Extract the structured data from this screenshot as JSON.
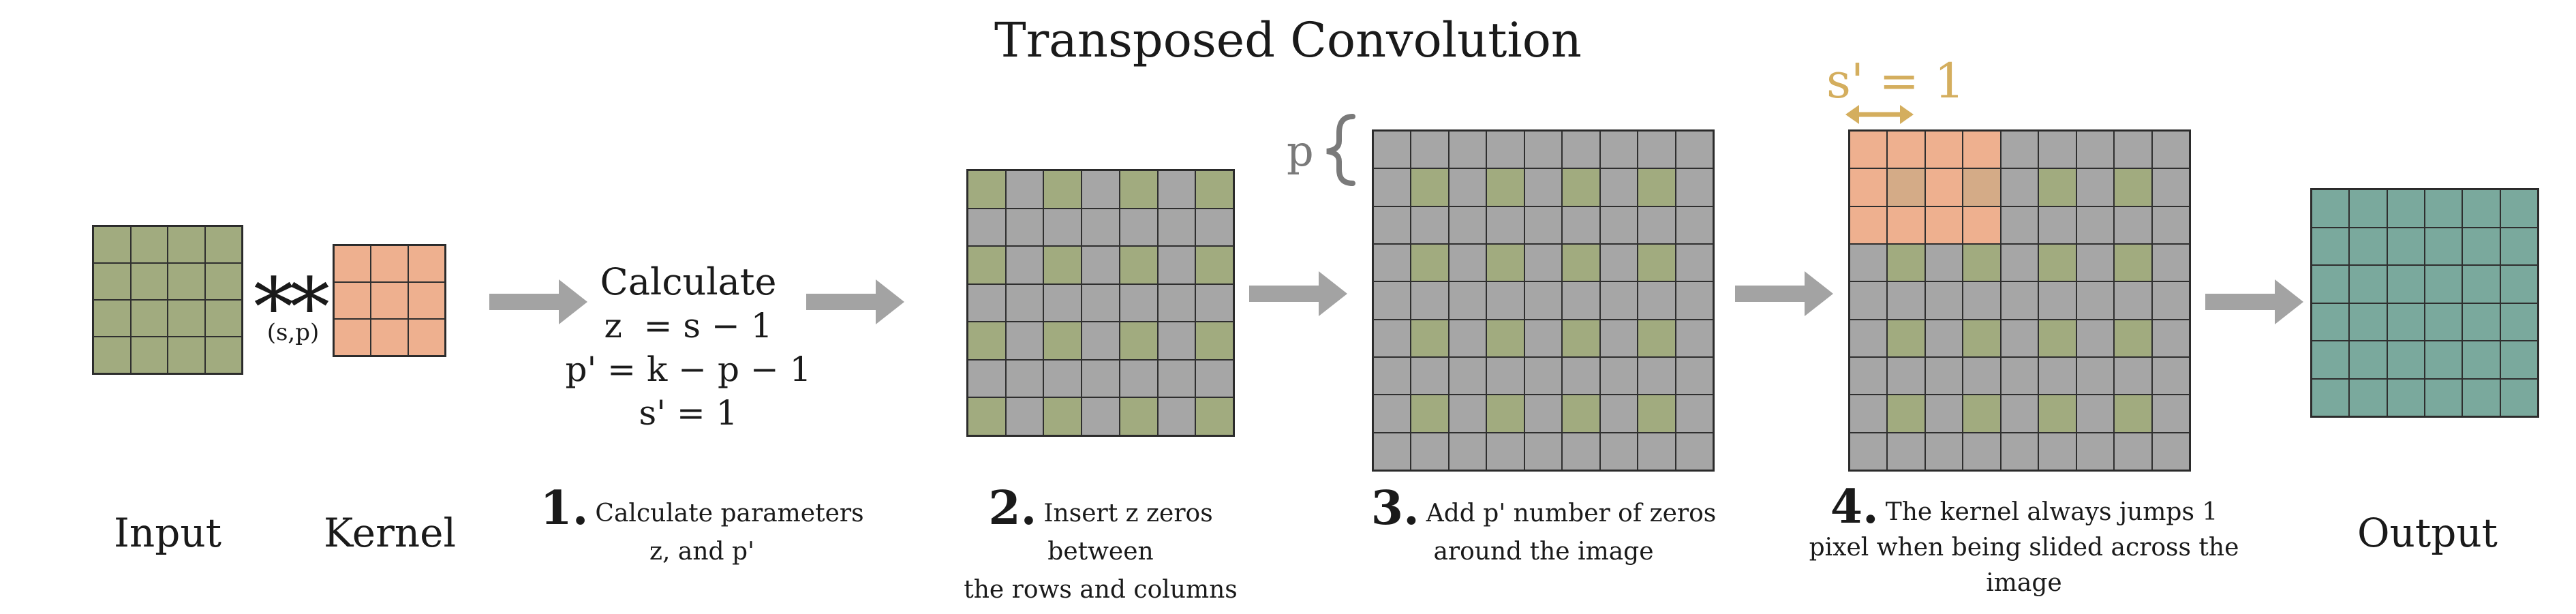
{
  "title": "Transposed Convolution",
  "colors": {
    "input": "#a1ab7f",
    "kernel": "#eeb08f",
    "zero": "#a6a6a6",
    "output": "#7aa99d",
    "stride_accent": "#d4ae5e",
    "arrow": "#a3a3a3"
  },
  "labels": {
    "input": "Input",
    "kernel": "Kernel",
    "output": "Output"
  },
  "operator": {
    "symbol": "**",
    "subscript": "(s,p)"
  },
  "calculate": {
    "heading": "Calculate",
    "lines": [
      "z  = s − 1",
      "p' = k − p − 1",
      "s' = 1"
    ]
  },
  "steps": [
    {
      "number": "1.",
      "lines": [
        "Calculate parameters",
        "z, and p'"
      ]
    },
    {
      "number": "2.",
      "lines": [
        "Insert z zeros between",
        "the rows and columns"
      ]
    },
    {
      "number": "3.",
      "lines": [
        "Add p' number of zeros",
        "around the image"
      ]
    },
    {
      "number": "4.",
      "lines": [
        "The kernel always jumps 1",
        "pixel when being slided across the",
        "image"
      ]
    }
  ],
  "annotations": {
    "padding": "p",
    "stride": "s' = 1"
  },
  "grids": {
    "input": {
      "rows": 4,
      "cols": 4
    },
    "kernel": {
      "rows": 3,
      "cols": 3
    },
    "dilated": {
      "rows": 7,
      "cols": 7
    },
    "padded": {
      "rows": 9,
      "cols": 9
    },
    "sliding": {
      "rows": 9,
      "cols": 9,
      "kernel_rows": 3,
      "kernel_cols": 4
    },
    "output": {
      "rows": 6,
      "cols": 6
    }
  }
}
